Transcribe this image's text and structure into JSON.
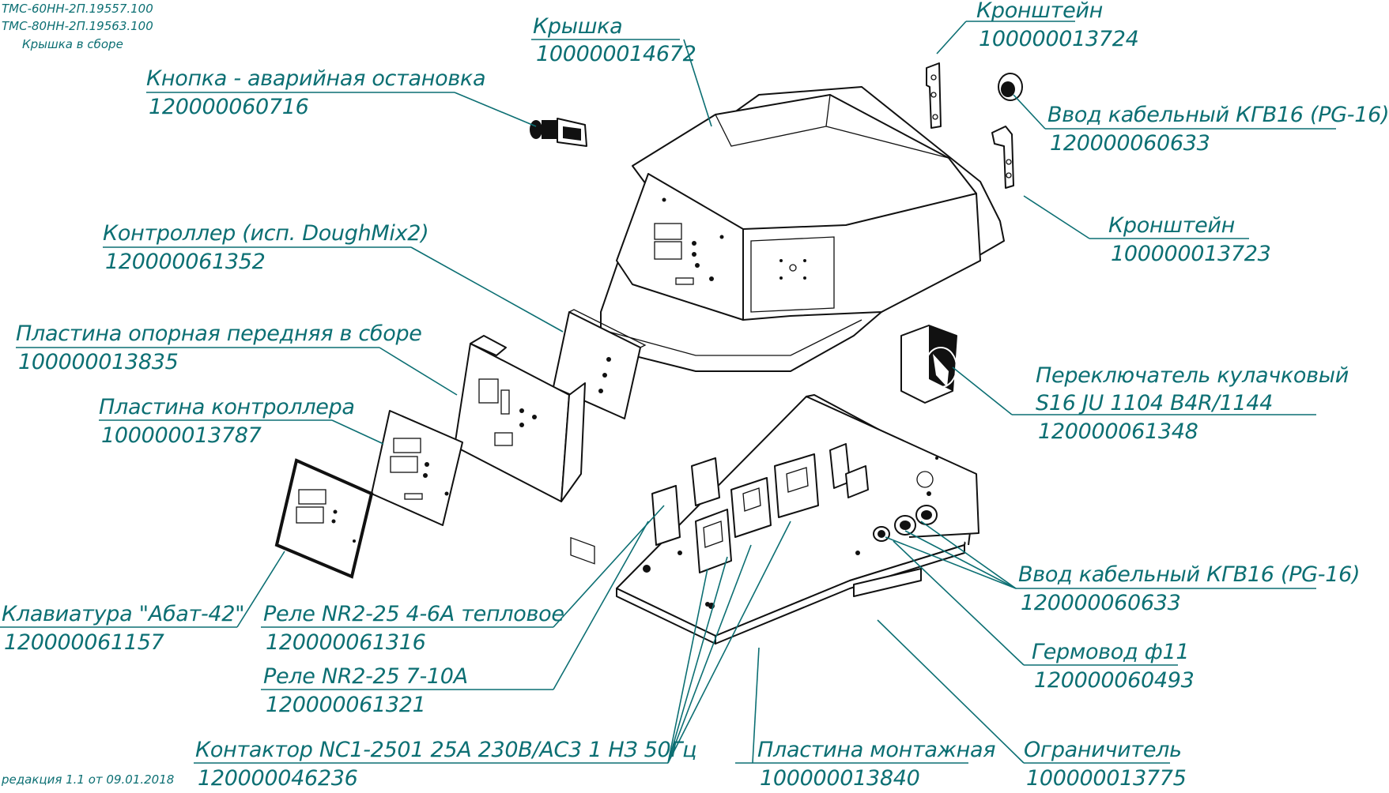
{
  "header": {
    "line1": "ТМС-60НН-2П.19557.100",
    "line2": "ТМС-80НН-2П.19563.100",
    "line3": "Крышка в сборе"
  },
  "footer": {
    "revision": "редакция 1.1 от 09.01.2018"
  },
  "accent_color": "#0c6f73",
  "parts": [
    {
      "id": "krishka",
      "name": "Крышка",
      "code": "100000014672"
    },
    {
      "id": "kronshtein-1",
      "name": "Кронштейн",
      "code": "100000013724"
    },
    {
      "id": "knopka",
      "name": "Кнопка - аварийная остановка",
      "code": "120000060716"
    },
    {
      "id": "vvod-top",
      "name": "Ввод кабельный КГВ16 (PG-16)",
      "code": "120000060633"
    },
    {
      "id": "kronshtein-2",
      "name": "Кронштейн",
      "code": "100000013723"
    },
    {
      "id": "controller",
      "name": "Контроллер  (исп. DoughMix2)",
      "code": "120000061352"
    },
    {
      "id": "plastina-opornaya",
      "name": "Пластина опорная передняя в сборе",
      "code": "100000013835"
    },
    {
      "id": "perekluchatel",
      "name": "Переключатель кулачковый",
      "name2": "S16  JU  1104  B4R/1144",
      "code": "120000061348"
    },
    {
      "id": "plastina-controllera",
      "name": "Пластина контроллера",
      "code": "100000013787"
    },
    {
      "id": "vvod-bottom",
      "name": "Ввод кабельный КГВ16 (PG-16)",
      "code": "120000060633"
    },
    {
      "id": "klaviatura",
      "name": "Клавиатура \"Абат-42\"",
      "code": "120000061157"
    },
    {
      "id": "rele-teplovoe",
      "name": "Реле NR2-25 4-6А тепловое",
      "code": "120000061316"
    },
    {
      "id": "germovod",
      "name": "Гермовод ф11",
      "code": "120000060493"
    },
    {
      "id": "rele-7-10",
      "name": "Реле NR2-25  7-10А",
      "code": "120000061321"
    },
    {
      "id": "ogranichitel",
      "name": "Ограничитель",
      "code": "100000013775"
    },
    {
      "id": "kontaktor",
      "name": "Контактор NC1-2501 25А  230В/АС3  1 НЗ 50Гц",
      "code": "120000046236"
    },
    {
      "id": "plastina-montazhnaya",
      "name": "Пластина монтажная",
      "code": "100000013840"
    }
  ]
}
